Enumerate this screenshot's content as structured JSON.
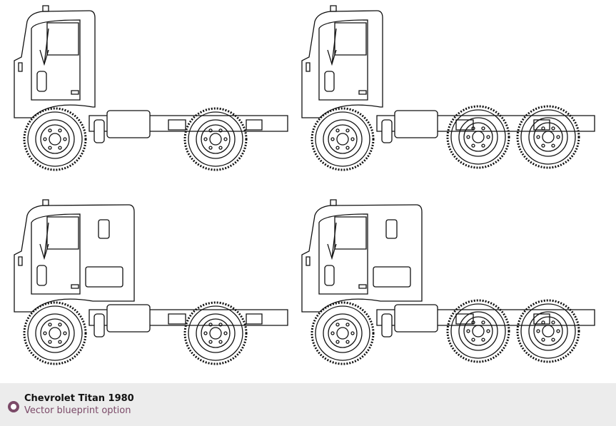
{
  "caption": {
    "title": "Chevrolet Titan 1980",
    "subtitle": "Vector blueprint option",
    "accent_color": "#7b4a68"
  },
  "drawings": [
    {
      "name": "truck-2-axle-day-cab",
      "axles": 2,
      "sleeper": false
    },
    {
      "name": "truck-3-axle-day-cab",
      "axles": 3,
      "sleeper": false
    },
    {
      "name": "truck-2-axle-sleeper-cab",
      "axles": 2,
      "sleeper": true
    },
    {
      "name": "truck-3-axle-sleeper-cab",
      "axles": 3,
      "sleeper": true
    }
  ]
}
